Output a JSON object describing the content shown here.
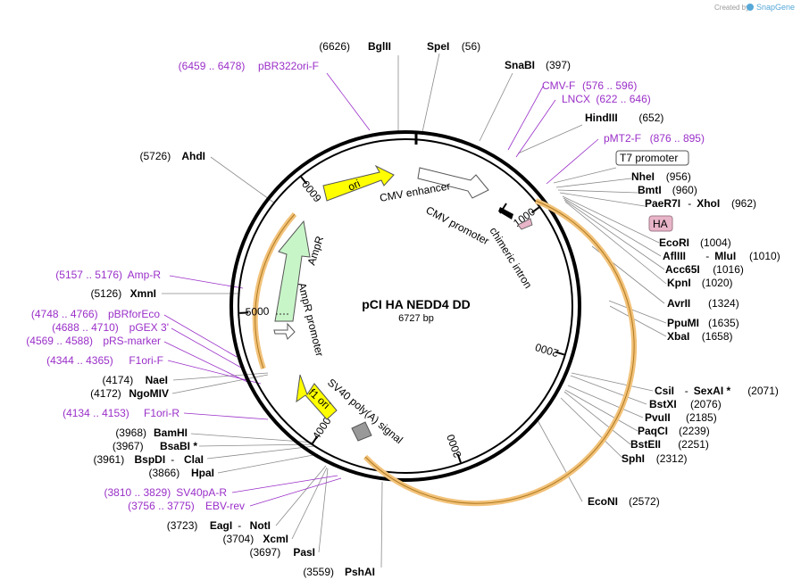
{
  "credit": {
    "text": "Created by",
    "brand": "SnapGene"
  },
  "plasmid": {
    "name": "pCI HA NEDD4 DD",
    "size_text": "6727 bp",
    "length": 6727
  },
  "ticks": [
    {
      "label": "1000",
      "pos": 1000
    },
    {
      "label": "2000",
      "pos": 2000
    },
    {
      "label": "3000",
      "pos": 3000
    },
    {
      "label": "4000",
      "pos": 4000
    },
    {
      "label": "5000",
      "pos": 5000
    },
    {
      "label": "6000",
      "pos": 6000
    }
  ],
  "features": [
    {
      "label": "CMV enhancer",
      "start": 190,
      "end": 570,
      "color": "#ffffff",
      "type": "arrow"
    },
    {
      "label": "CMV promoter",
      "start": 570,
      "end": 770,
      "color": "#ffffff",
      "type": "arrow"
    },
    {
      "label": "chimeric intron",
      "start": 890,
      "end": 1020,
      "color": "#000000",
      "type": "bar"
    },
    {
      "label": "HA",
      "start": 1070,
      "end": 1110,
      "color": "#e8b4c8",
      "type": "tag"
    },
    {
      "label": "ori",
      "start": 6000,
      "end": 6420,
      "color": "#ffff00",
      "type": "arrow"
    },
    {
      "label": "AmpR",
      "start": 5130,
      "end": 5740,
      "color": "#c8f5c8",
      "type": "arrow"
    },
    {
      "label": "AmpR promoter",
      "start": 5030,
      "end": 5130,
      "color": "#ffffff",
      "type": "arrow"
    },
    {
      "label": "SV40 poly(A) signal",
      "start": 3830,
      "end": 3950,
      "color": "#999999",
      "type": "bar"
    },
    {
      "label": "f1 ori",
      "start": 4140,
      "end": 4440,
      "color": "#ffff00",
      "type": "arrow"
    }
  ],
  "sites": [
    {
      "name": "SpeI",
      "pos_text": "(56)",
      "side": "right"
    },
    {
      "name": "BglII",
      "pos_text": "(6626)",
      "side": "left"
    },
    {
      "name": "SnaBI",
      "pos_text": "(397)",
      "side": "right"
    },
    {
      "name": "HindIII",
      "pos_text": "(652)",
      "side": "right"
    },
    {
      "name": "NheI",
      "pos_text": "(956)",
      "side": "right"
    },
    {
      "name": "BmtI",
      "pos_text": "(960)",
      "side": "right"
    },
    {
      "name": "PaeR7I",
      "name2": "XhoI",
      "pos_text": "(962)",
      "side": "right"
    },
    {
      "name": "EcoRI",
      "pos_text": "(1004)",
      "side": "right"
    },
    {
      "name": "AflIII",
      "name2": "MluI",
      "pos_text": "(1010)",
      "side": "right"
    },
    {
      "name": "Acc65I",
      "pos_text": "(1016)",
      "side": "right"
    },
    {
      "name": "KpnI",
      "pos_text": "(1020)",
      "side": "right"
    },
    {
      "name": "AvrII",
      "pos_text": "(1324)",
      "side": "right"
    },
    {
      "name": "PpuMI",
      "pos_text": "(1635)",
      "side": "right"
    },
    {
      "name": "XbaI",
      "pos_text": "(1658)",
      "side": "right"
    },
    {
      "name": "CsiI",
      "name2": "SexAI *",
      "pos_text": "(2071)",
      "side": "right"
    },
    {
      "name": "BstXI",
      "pos_text": "(2076)",
      "side": "right"
    },
    {
      "name": "PvuII",
      "pos_text": "(2185)",
      "side": "right"
    },
    {
      "name": "PaqCI",
      "pos_text": "(2239)",
      "side": "right"
    },
    {
      "name": "BstEII",
      "pos_text": "(2251)",
      "side": "right"
    },
    {
      "name": "SphI",
      "pos_text": "(2312)",
      "side": "right"
    },
    {
      "name": "EcoNI",
      "pos_text": "(2572)",
      "side": "right"
    },
    {
      "name": "AhdI",
      "pos_text": "(5726)",
      "side": "left"
    },
    {
      "name": "XmnI",
      "pos_text": "(5126)",
      "side": "left"
    },
    {
      "name": "NaeI",
      "pos_text": "(4174)",
      "side": "left"
    },
    {
      "name": "NgoMIV",
      "pos_text": "(4172)",
      "side": "left"
    },
    {
      "name": "BamHI",
      "pos_text": "(3968)",
      "side": "left"
    },
    {
      "name": "BsaBI *",
      "pos_text": "(3967)",
      "side": "left"
    },
    {
      "name": "BspDI",
      "name2": "ClaI",
      "pos_text": "(3961)",
      "side": "left"
    },
    {
      "name": "HpaI",
      "pos_text": "(3866)",
      "side": "left"
    },
    {
      "name": "EagI",
      "name2": "NotI",
      "pos_text": "(3723)",
      "side": "left"
    },
    {
      "name": "XcmI",
      "pos_text": "(3704)",
      "side": "left"
    },
    {
      "name": "PasI",
      "pos_text": "(3697)",
      "side": "left"
    },
    {
      "name": "PshAI",
      "pos_text": "(3559)",
      "side": "left"
    }
  ],
  "primers": [
    {
      "name": "pBR322ori-F",
      "range": "(6459 .. 6478)",
      "side": "left"
    },
    {
      "name": "CMV-F",
      "range": "(576 .. 596)",
      "side": "right"
    },
    {
      "name": "LNCX",
      "range": "(622 .. 646)",
      "side": "right"
    },
    {
      "name": "pMT2-F",
      "range": "(876 .. 895)",
      "side": "right"
    },
    {
      "name": "Amp-R",
      "range": "(5157 .. 5176)",
      "side": "left"
    },
    {
      "name": "pBRforEco",
      "range": "(4748 .. 4766)",
      "side": "left"
    },
    {
      "name": "pGEX 3'",
      "range": "(4688 .. 4710)",
      "side": "left"
    },
    {
      "name": "pRS-marker",
      "range": "(4569 .. 4588)",
      "side": "left"
    },
    {
      "name": "F1ori-F",
      "range": "(4344 .. 4365)",
      "side": "left"
    },
    {
      "name": "F1ori-R",
      "range": "(4134 .. 4153)",
      "side": "left"
    },
    {
      "name": "SV40pA-R",
      "range": "(3810 .. 3829)",
      "side": "left"
    },
    {
      "name": "EBV-rev",
      "range": "(3756 .. 3775)",
      "side": "left"
    }
  ],
  "boxed_labels": [
    {
      "text": "T7 promoter"
    },
    {
      "text": "HA"
    }
  ],
  "colors": {
    "primer": "#9a2fc8",
    "orf_highlight": "#f2c27a",
    "backbone": "#000000"
  }
}
